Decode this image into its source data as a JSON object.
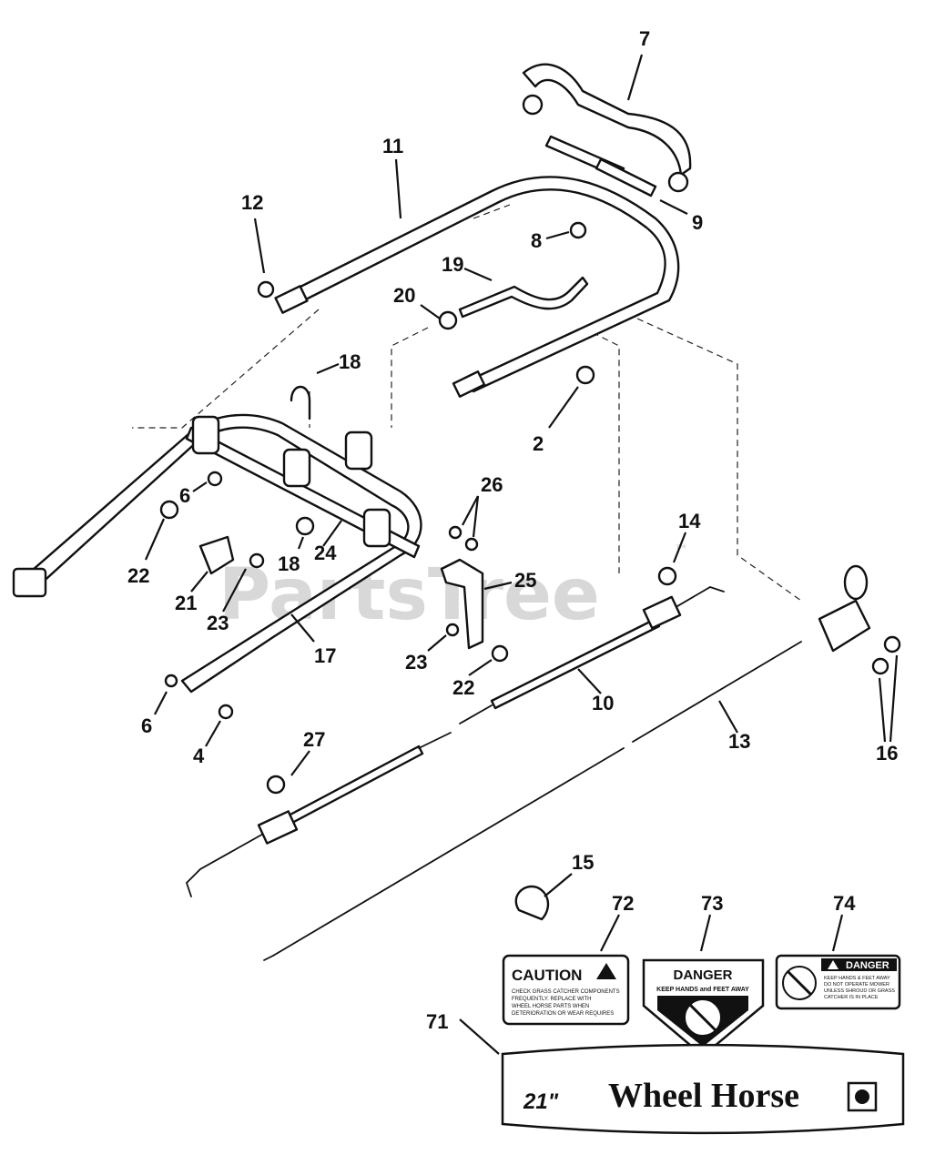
{
  "watermark": "PartsTree",
  "watermark_tm": "™",
  "callouts": [
    {
      "id": "c7",
      "text": "7"
    },
    {
      "id": "c11",
      "text": "11"
    },
    {
      "id": "c12",
      "text": "12"
    },
    {
      "id": "c9",
      "text": "9"
    },
    {
      "id": "c8",
      "text": "8"
    },
    {
      "id": "c19",
      "text": "19"
    },
    {
      "id": "c20",
      "text": "20"
    },
    {
      "id": "c18a",
      "text": "18"
    },
    {
      "id": "c2",
      "text": "2"
    },
    {
      "id": "c26",
      "text": "26"
    },
    {
      "id": "c6a",
      "text": "6"
    },
    {
      "id": "c22a",
      "text": "22"
    },
    {
      "id": "c18b",
      "text": "18"
    },
    {
      "id": "c24",
      "text": "24"
    },
    {
      "id": "c25",
      "text": "25"
    },
    {
      "id": "c14",
      "text": "14"
    },
    {
      "id": "c21",
      "text": "21"
    },
    {
      "id": "c23a",
      "text": "23"
    },
    {
      "id": "c17",
      "text": "17"
    },
    {
      "id": "c23b",
      "text": "23"
    },
    {
      "id": "c22b",
      "text": "22"
    },
    {
      "id": "c10",
      "text": "10"
    },
    {
      "id": "c13",
      "text": "13"
    },
    {
      "id": "c16",
      "text": "16"
    },
    {
      "id": "c6b",
      "text": "6"
    },
    {
      "id": "c4",
      "text": "4"
    },
    {
      "id": "c27",
      "text": "27"
    },
    {
      "id": "c15",
      "text": "15"
    },
    {
      "id": "c72",
      "text": "72"
    },
    {
      "id": "c73",
      "text": "73"
    },
    {
      "id": "c74",
      "text": "74"
    },
    {
      "id": "c71",
      "text": "71"
    }
  ],
  "decals": {
    "caution": {
      "title": "CAUTION",
      "lines": [
        "CHECK GRASS CATCHER COMPONENTS",
        "FREQUENTLY. REPLACE WITH",
        "WHEEL HORSE PARTS WHEN",
        "DETERIORATION OR WEAR REQUIRES"
      ]
    },
    "danger_shield": {
      "title": "DANGER",
      "subtitle": "KEEP HANDS and FEET AWAY"
    },
    "danger_small": {
      "title": "DANGER",
      "lines": [
        "KEEP HANDS & FEET AWAY",
        "DO NOT OPERATE MOWER",
        "UNLESS SHROUD OR GRASS",
        "CATCHER IS IN PLACE"
      ]
    },
    "brand": {
      "size": "21\"",
      "name": "Wheel Horse"
    }
  }
}
